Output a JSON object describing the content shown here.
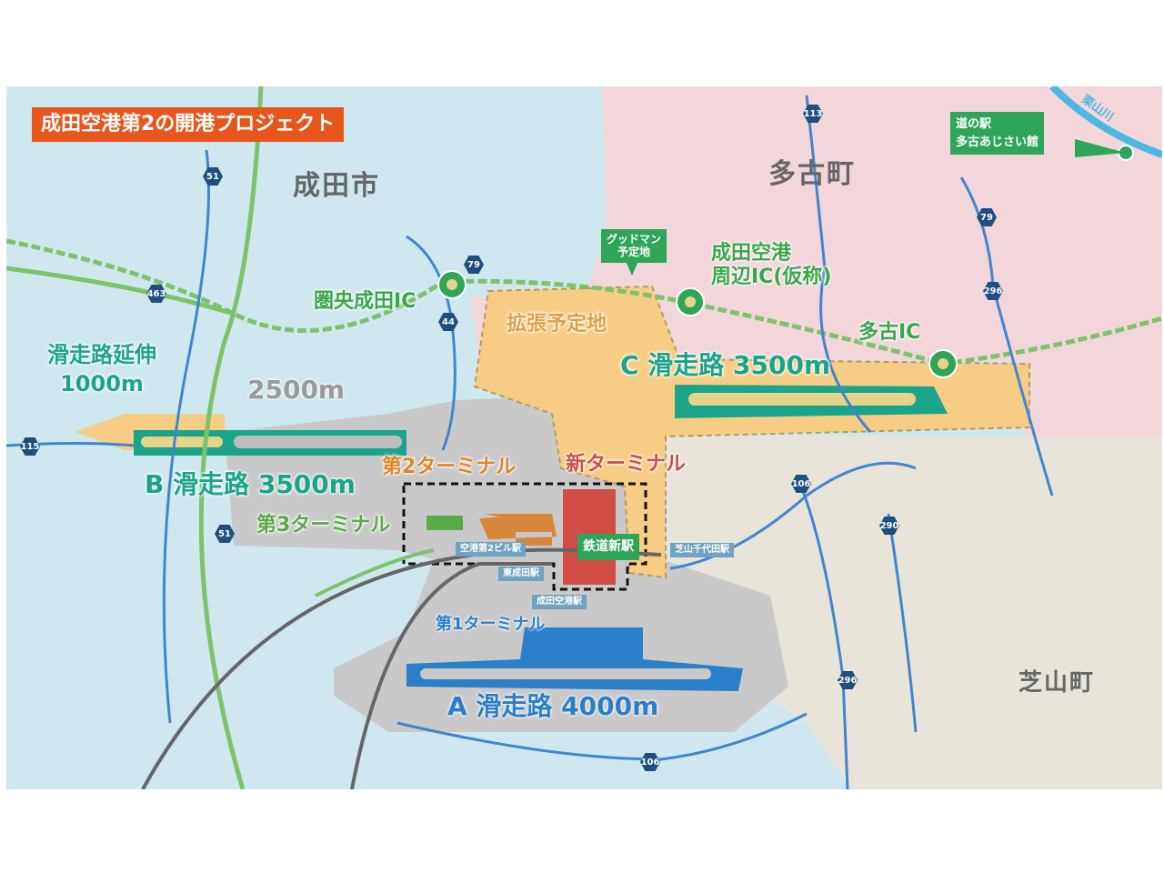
{
  "title": "成田空港第2の開港プロジェクト",
  "towns": {
    "narita": "成田市",
    "tako": "多古町",
    "shibayama": "芝山町"
  },
  "interchanges": {
    "ken_o_narita": "圏央成田IC",
    "airport_ic_1": "成田空港",
    "airport_ic_2": "周辺IC(仮称)",
    "tako_ic": "多古IC"
  },
  "goodman": {
    "line1": "グッドマン",
    "line2": "予定地"
  },
  "michinoeki": {
    "line1": "道の駅",
    "line2": "多古あじさい館"
  },
  "river": "栗山川",
  "expansion_area": "拡張予定地",
  "runways": {
    "c": "C 滑走路 3500m",
    "b": "B 滑走路 3500m",
    "a": "A 滑走路 4000m",
    "extension_1": "滑走路延伸",
    "extension_2": "1000m",
    "b_current": "2500m"
  },
  "terminals": {
    "t1": "第1ターミナル",
    "t2": "第2ターミナル",
    "t3": "第3ターミナル",
    "new": "新ターミナル"
  },
  "stations": {
    "new_station": "鉄道新駅",
    "t2_station": "空港第2ビル駅",
    "higashi_narita": "東成田駅",
    "narita_airport": "成田空港駅",
    "shibayama_chiyoda": "芝山千代田駅"
  },
  "routes": [
    "51",
    "113",
    "79",
    "79",
    "463",
    "44",
    "296",
    "115",
    "106",
    "290",
    "51",
    "296",
    "106"
  ],
  "colors": {
    "narita": "#cfe8ef",
    "tako": "#f2d6da",
    "shibayama": "#e8e4da",
    "expansion": "#f7cd85",
    "airport": "#c9c9c9",
    "expressway": "#7cc36b",
    "road": "#3f86cf",
    "title_bg": "#e8561c"
  }
}
